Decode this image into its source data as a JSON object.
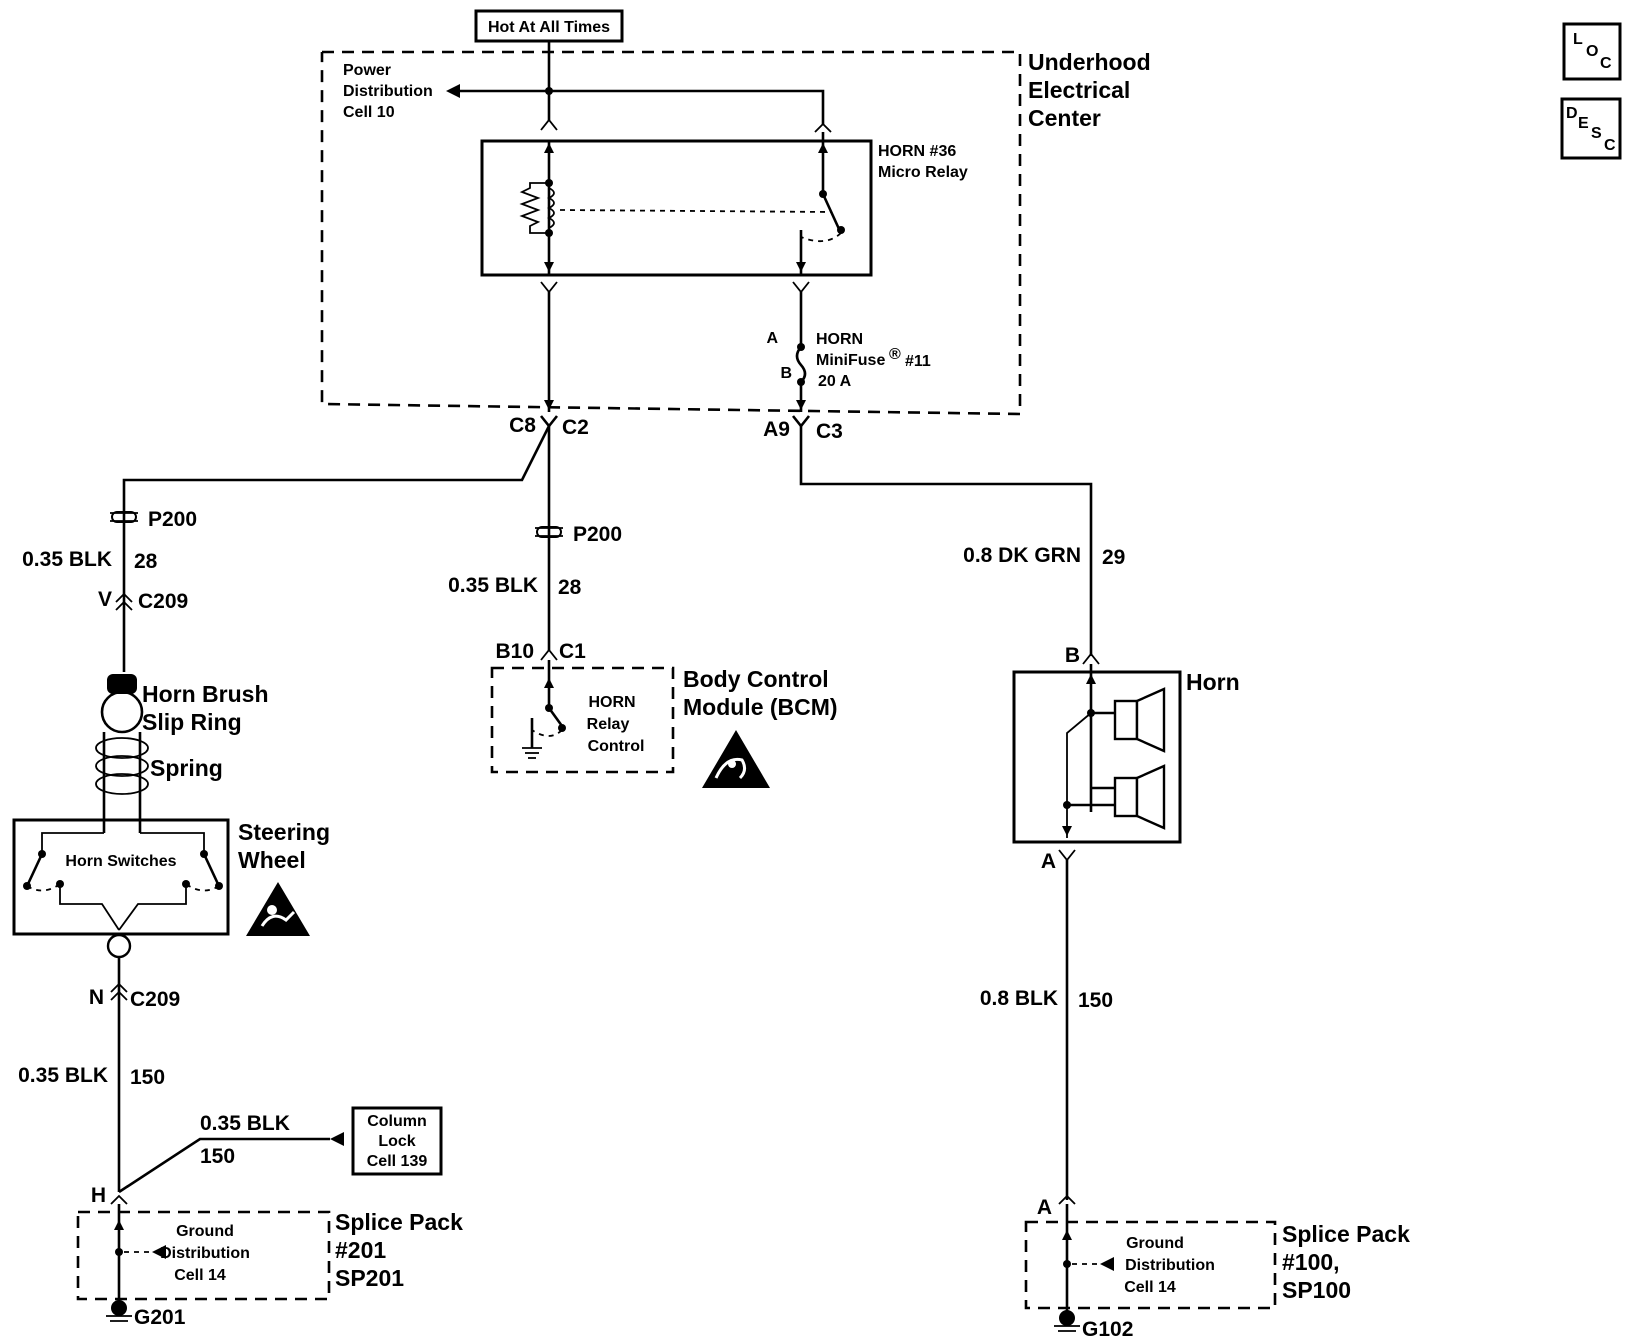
{
  "top_power": "Hot At All Times",
  "side_buttons": {
    "loc": {
      "l": "L",
      "o": "O",
      "c": "C"
    },
    "desc": {
      "d": "D",
      "e": "E",
      "s": "S",
      "c": "C"
    }
  },
  "uec": {
    "title_lines": [
      "Underhood",
      "Electrical",
      "Center"
    ],
    "power_dist_lines": [
      "Power",
      "Distribution",
      "Cell 10"
    ],
    "relay_lines": [
      "HORN #36",
      "Micro Relay"
    ],
    "fuse": {
      "pin_a": "A",
      "pin_b": "B",
      "line1": "HORN",
      "line2": "MiniFuse",
      "reg_mark": "®",
      "num": "#11",
      "line3": "20 A"
    },
    "conn_c8": "C8",
    "conn_c2": "C2",
    "conn_a9": "A9",
    "conn_c3": "C3"
  },
  "left": {
    "p200": "P200",
    "wire1_gauge": "0.35 BLK",
    "wire1_circuit": "28",
    "c209_pin_v": "V",
    "c209_v_label": "C209",
    "brush_lines": [
      "Horn Brush",
      "Slip Ring"
    ],
    "spring": "Spring",
    "switches": "Horn Switches",
    "steering_lines": [
      "Steering",
      "Wheel"
    ],
    "c209_pin_n": "N",
    "c209_n_label": "C209",
    "wire2_gauge": "0.35 BLK",
    "wire2_circuit": "150",
    "branch_gauge": "0.35 BLK",
    "branch_circuit": "150",
    "column_lock_lines": [
      "Column",
      "Lock",
      "Cell 139"
    ],
    "pin_h": "H",
    "splice_inner_lines": [
      "Ground",
      "Distribution",
      "Cell 14"
    ],
    "splice_lines": [
      "Splice Pack",
      "#201",
      "SP201"
    ],
    "ground": "G201"
  },
  "middle": {
    "p200": "P200",
    "wire_gauge": "0.35 BLK",
    "wire_circuit": "28",
    "pin_b10": "B10",
    "conn_c1": "C1",
    "relay_ctrl_lines": [
      "HORN",
      "Relay",
      "Control"
    ],
    "bcm_lines": [
      "Body Control",
      "Module (BCM)"
    ]
  },
  "right": {
    "wire1_gauge": "0.8 DK GRN",
    "wire1_circuit": "29",
    "pin_b": "B",
    "horn": "Horn",
    "pin_a": "A",
    "wire2_gauge": "0.8 BLK",
    "wire2_circuit": "150",
    "pin_a2": "A",
    "splice_inner_lines": [
      "Ground",
      "Distribution",
      "Cell 14"
    ],
    "splice_lines": [
      "Splice Pack",
      "#100,",
      "SP100"
    ],
    "ground": "G102"
  }
}
